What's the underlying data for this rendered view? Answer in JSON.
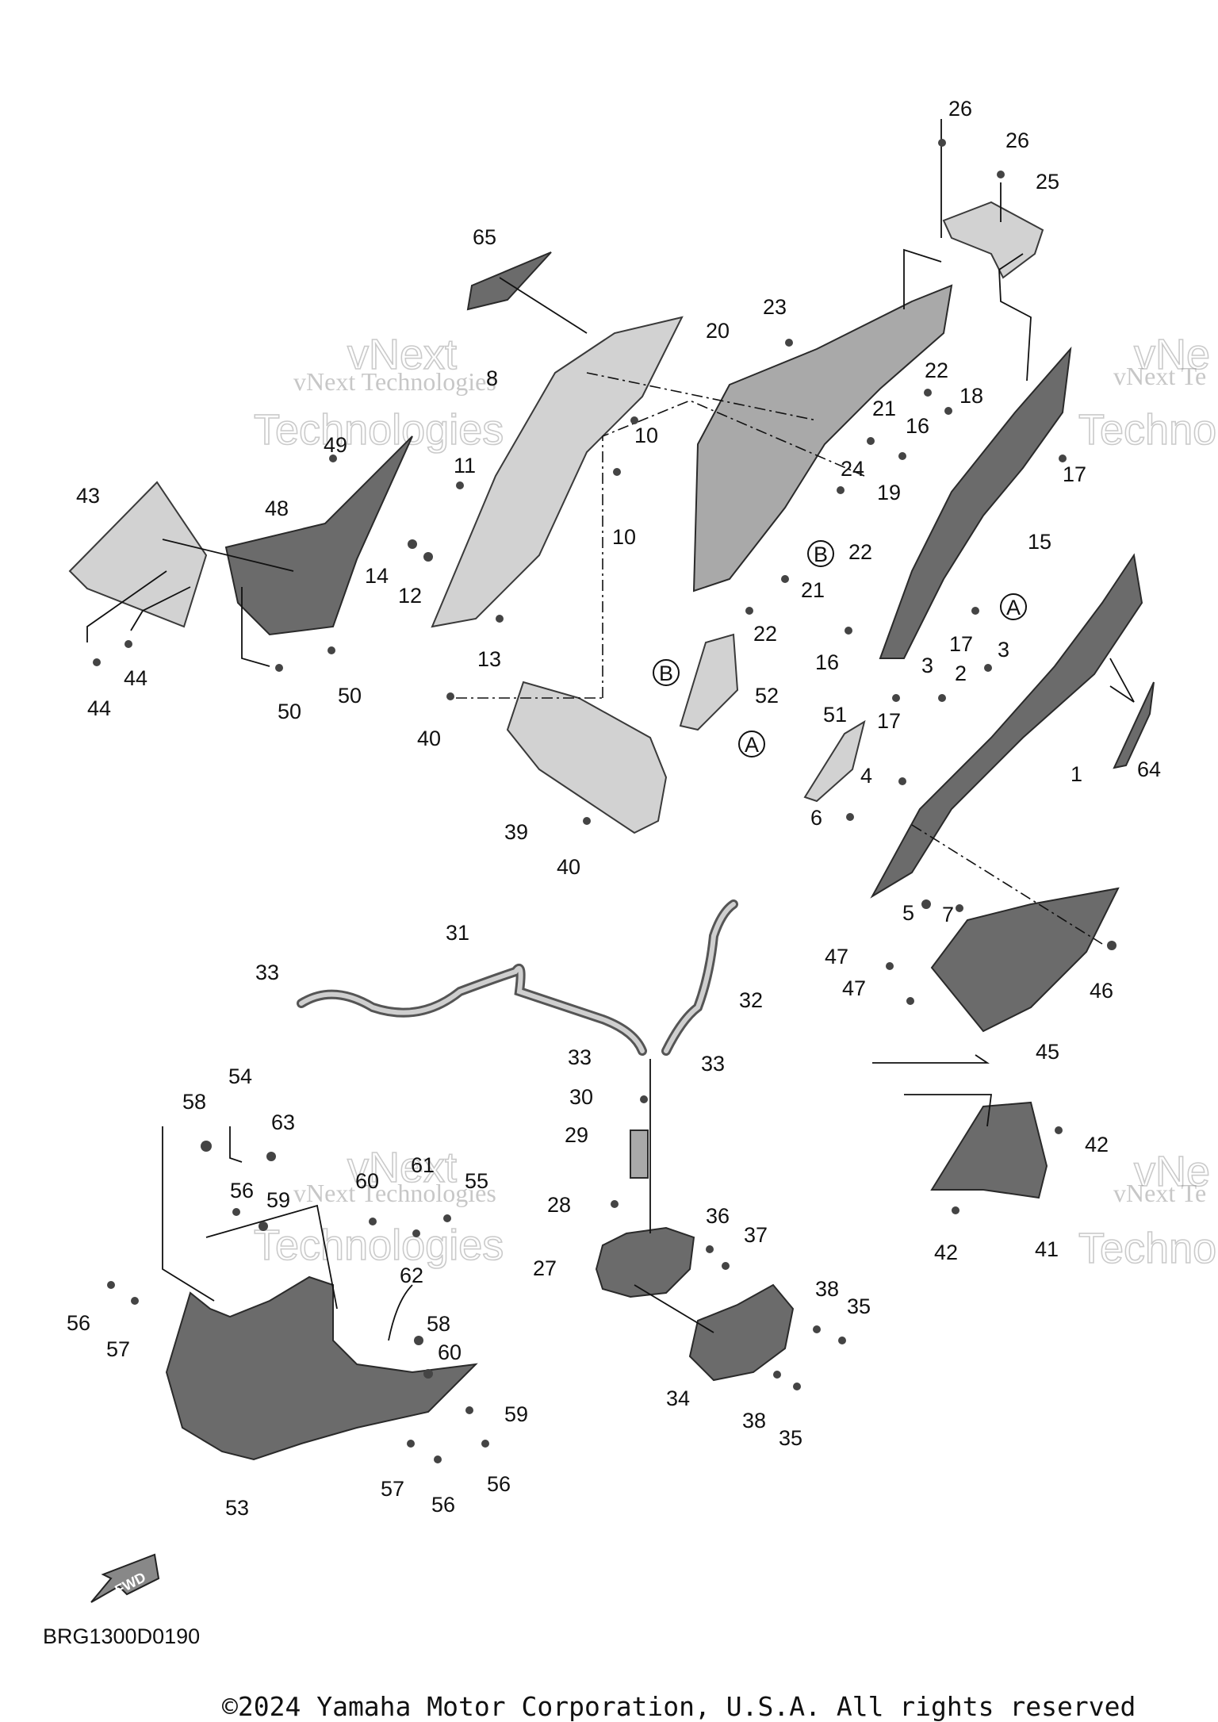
{
  "diagram_code": "BRG1300D0190",
  "copyright": "©2024 Yamaha Motor Corporation, U.S.A. All rights reserved",
  "watermark_line1": "vNext Technologies",
  "watermark_line2": "vNext",
  "watermark_line3": "Technologies",
  "watermark_cut1": "vNe",
  "watermark_cut2": "vNext Te",
  "watermark_cut3": "Techno",
  "fwd_label": "FWD",
  "ref_a": "A",
  "ref_b": "B",
  "callouts": {
    "c1": "1",
    "c2": "2",
    "c3": "3",
    "c4": "4",
    "c5": "5",
    "c6": "6",
    "c7": "7",
    "c8": "8",
    "c10": "10",
    "c11": "11",
    "c12": "12",
    "c13": "13",
    "c14": "14",
    "c15": "15",
    "c16": "16",
    "c17": "17",
    "c18": "18",
    "c19": "19",
    "c20": "20",
    "c21": "21",
    "c22": "22",
    "c23": "23",
    "c24": "24",
    "c25": "25",
    "c26": "26",
    "c27": "27",
    "c28": "28",
    "c29": "29",
    "c30": "30",
    "c31": "31",
    "c32": "32",
    "c33": "33",
    "c34": "34",
    "c35": "35",
    "c36": "36",
    "c37": "37",
    "c38": "38",
    "c39": "39",
    "c40": "40",
    "c41": "41",
    "c42": "42",
    "c43": "43",
    "c44": "44",
    "c45": "45",
    "c46": "46",
    "c47": "47",
    "c48": "48",
    "c49": "49",
    "c50": "50",
    "c51": "51",
    "c52": "52",
    "c53": "53",
    "c54": "54",
    "c55": "55",
    "c56": "56",
    "c57": "57",
    "c58": "58",
    "c59": "59",
    "c60": "60",
    "c61": "61",
    "c62": "62",
    "c63": "63",
    "c64": "64",
    "c65": "65"
  }
}
